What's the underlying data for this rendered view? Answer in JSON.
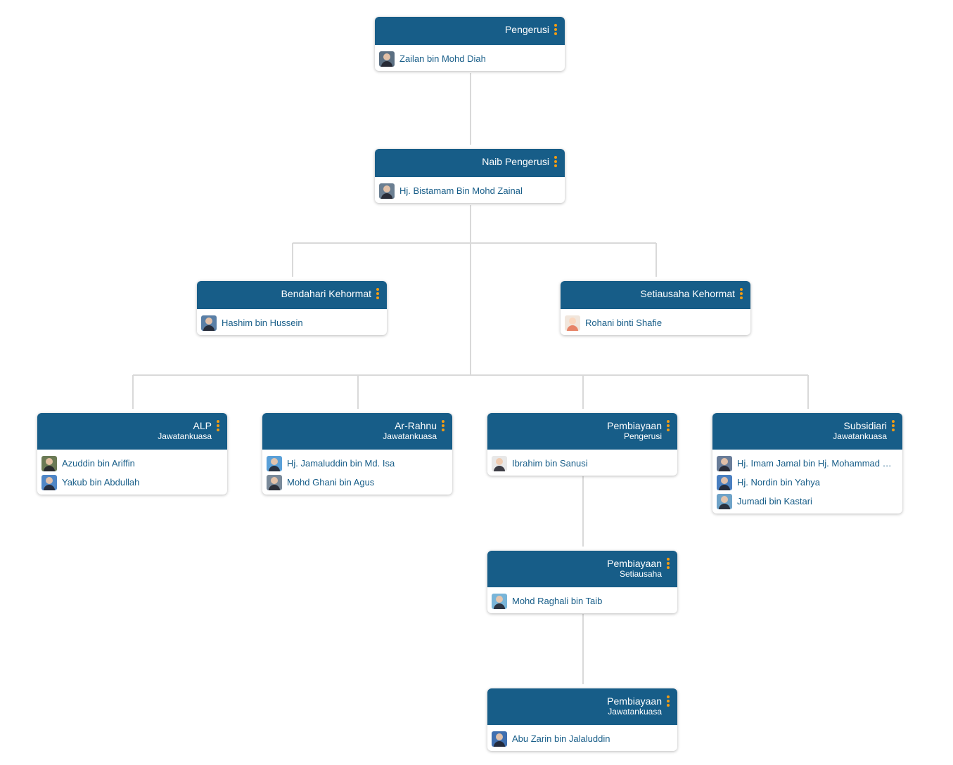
{
  "colors": {
    "header_bg": "#175d88",
    "menu_dots": "#f39c12",
    "member_text": "#175d88",
    "connector": "#d9d9d9"
  },
  "nodes": {
    "pengerusi": {
      "title": "Pengerusi",
      "members": [
        {
          "name": "Zailan bin Mohd Diah",
          "avatar_color": "#5b6f82"
        }
      ]
    },
    "naib_pengerusi": {
      "title": "Naib Pengerusi",
      "members": [
        {
          "name": "Hj. Bistamam Bin Mohd Zainal",
          "avatar_color": "#6b7f92"
        }
      ]
    },
    "bendahari_kehormat": {
      "title": "Bendahari Kehormat",
      "members": [
        {
          "name": "Hashim bin Hussein",
          "avatar_color": "#5a7fa6"
        }
      ]
    },
    "setiausaha_kehormat": {
      "title": "Setiausaha Kehormat",
      "members": [
        {
          "name": "Rohani binti Shafie",
          "avatar_color": "#f1e6dc"
        }
      ]
    },
    "alp": {
      "title": "ALP",
      "subtitle": "Jawatankuasa",
      "members": [
        {
          "name": "Azuddin bin Ariffin",
          "avatar_color": "#6b7a55"
        },
        {
          "name": "Yakub bin Abdullah",
          "avatar_color": "#4f86c6"
        }
      ]
    },
    "ar_rahnu": {
      "title": "Ar-Rahnu",
      "subtitle": "Jawatankuasa",
      "members": [
        {
          "name": "Hj. Jamaluddin bin Md. Isa",
          "avatar_color": "#5aa0d8"
        },
        {
          "name": "Mohd Ghani bin Agus",
          "avatar_color": "#7a8a9a"
        }
      ]
    },
    "pembiayaan_pengerusi": {
      "title": "Pembiayaan",
      "subtitle": "Pengerusi",
      "members": [
        {
          "name": "Ibrahim bin Sanusi",
          "avatar_color": "#e8e8e8"
        }
      ]
    },
    "subsidiari": {
      "title": "Subsidiari",
      "subtitle": "Jawatankuasa",
      "members": [
        {
          "name": "Hj. Imam Jamal bin Hj. Mohammad …",
          "avatar_color": "#6a7d99"
        },
        {
          "name": "Hj. Nordin bin Yahya",
          "avatar_color": "#4a7fc0"
        },
        {
          "name": "Jumadi bin Kastari",
          "avatar_color": "#6fa3c8"
        }
      ]
    },
    "pembiayaan_setiausaha": {
      "title": "Pembiayaan",
      "subtitle": "Setiausaha",
      "members": [
        {
          "name": "Mohd Raghali bin Taib",
          "avatar_color": "#79b5d9"
        }
      ]
    },
    "pembiayaan_jawatankuasa": {
      "title": "Pembiayaan",
      "subtitle": "Jawatankuasa",
      "members": [
        {
          "name": "Abu Zarin bin Jalaluddin",
          "avatar_color": "#3f6fb0"
        }
      ]
    }
  }
}
